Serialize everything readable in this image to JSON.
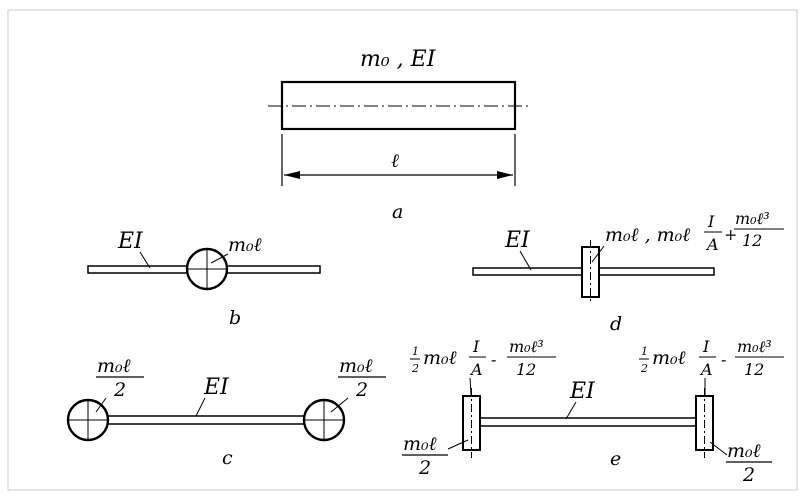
{
  "figure_a": {
    "label_top": "m₀ , EI",
    "length": "ℓ",
    "caption": "a"
  },
  "figure_b": {
    "stiffness": "EI",
    "mass": "m₀ℓ",
    "caption": "b"
  },
  "figure_c": {
    "stiffness": "EI",
    "mass_num": "m₀ℓ",
    "mass_den": "2",
    "caption": "c"
  },
  "figure_d": {
    "stiffness": "EI",
    "mass_prefix": "m₀ℓ , m₀ℓ",
    "frac_I": "I",
    "frac_A": "A",
    "plus": "+",
    "frac2_num": "m₀ℓ³",
    "frac2_den": "12",
    "caption": "d"
  },
  "figure_e": {
    "stiffness": "EI",
    "half_num": "1",
    "half_den": "2",
    "mass_prefix": "m₀ℓ",
    "frac_I": "I",
    "frac_A": "A",
    "minus": "-",
    "frac2_num": "m₀ℓ³",
    "frac2_den": "12",
    "end_mass_num": "m₀ℓ",
    "end_mass_den": "2",
    "caption": "e"
  }
}
